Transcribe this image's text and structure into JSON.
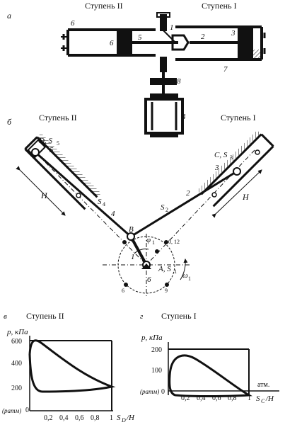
{
  "panel_a": {
    "letter": "а",
    "stage2": "Ступень II",
    "stage1": "Ступень I",
    "numbers": [
      "1",
      "2",
      "3",
      "4",
      "5",
      "6",
      "6",
      "7",
      "8"
    ]
  },
  "panel_b": {
    "letter": "б",
    "stage2": "Ступень II",
    "stage1": "Ступень I",
    "D": "D, S",
    "D_sub": "5",
    "C": "C, S",
    "C_sub": "3",
    "n5": "5",
    "n3": "3",
    "H_left": "H",
    "H_right": "H",
    "S4": "S",
    "S4_sub": "4",
    "n4": "4",
    "S2": "S",
    "S2_sub": "2",
    "n2": "2",
    "B": "B",
    "phi": "φ",
    "phi_sub": "1",
    "n1": "1",
    "A": "A, S",
    "A_sub": "1",
    "n6": "6",
    "omega": "ω",
    "omega_sub": "1",
    "p012": "0, 12",
    "p6": "6",
    "p9": "9"
  },
  "panel_v": {
    "letter": "в",
    "title": "Ступень II",
    "ylabel": "p, кПа",
    "yticks": [
      "600",
      "400",
      "200"
    ],
    "patm": "(pатм)",
    "zero": "0",
    "xticks": [
      "0,2",
      "0,4",
      "0,6",
      "1"
    ],
    "x08": "0,8",
    "xlabel_S": "S",
    "xlabel_sub": "D",
    "xlabel_H": "/H"
  },
  "panel_g": {
    "letter": "г",
    "title": "Ступень I",
    "ylabel": "p, кПа",
    "yticks": [
      "200",
      "100"
    ],
    "patm": "(pатм)",
    "zero": "0",
    "atm": "атм.",
    "xticks": [
      "0,2",
      "0,4",
      "0,6",
      "0,8",
      "1"
    ],
    "xlabel_S": "S",
    "xlabel_sub": "C",
    "xlabel_H": "/H"
  }
}
